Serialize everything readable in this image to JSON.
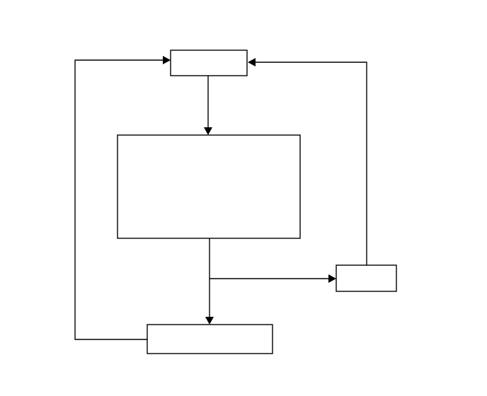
{
  "diagram": {
    "type": "flowchart",
    "nodes": [
      {
        "id": "top-box",
        "label": ""
      },
      {
        "id": "center-box",
        "label": ""
      },
      {
        "id": "right-box",
        "label": ""
      },
      {
        "id": "bottom-box",
        "label": ""
      }
    ],
    "edges": [
      {
        "from": "top-box",
        "to": "center-box"
      },
      {
        "from": "center-box",
        "to": "bottom-box"
      },
      {
        "from": "center-box",
        "to": "right-box"
      },
      {
        "from": "right-box",
        "to": "top-box"
      },
      {
        "from": "bottom-box",
        "to": "top-box"
      }
    ],
    "colors": {
      "line": "#000000",
      "fill": "#ffffff"
    }
  }
}
